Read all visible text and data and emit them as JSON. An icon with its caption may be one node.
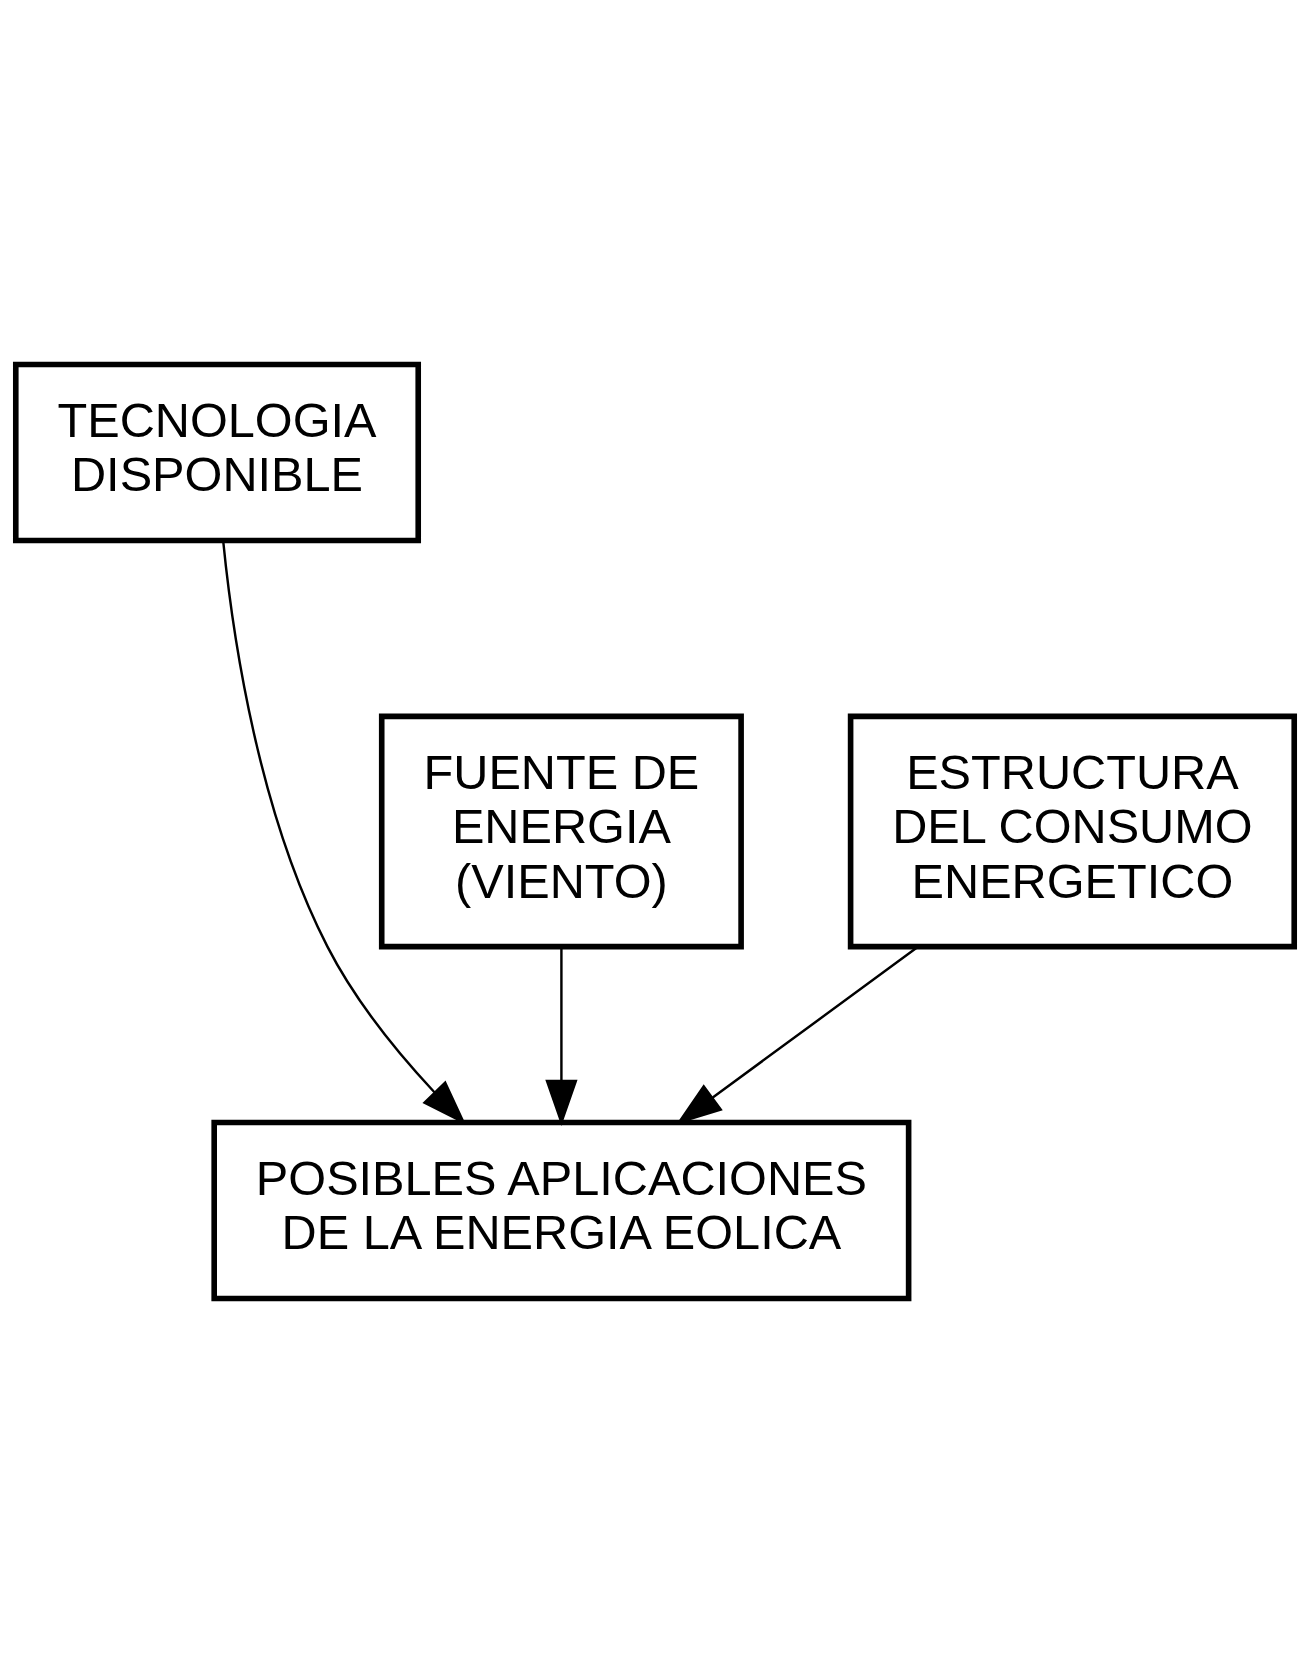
{
  "diagram": {
    "nodes": [
      {
        "text": [
          "TECNOLOGIA DISPONIBLE"
        ]
      },
      {
        "text": [
          "FUENTE DE ENERGIA (VIENTO)"
        ]
      },
      {
        "text": [
          "ESTRUCTURA DEL CONSUMO ENERGETICO"
        ]
      },
      {
        "text": [
          "POSIBLES APLICACIONES DE LA ENERGIA EOLICA"
        ]
      }
    ],
    "edges": [
      {
        "from": 1,
        "to": 3,
        "arrow": "to"
      },
      {
        "from": 0,
        "to": 3,
        "arrow": "to"
      },
      {
        "from": 2,
        "to": 3,
        "arrow": "to"
      }
    ]
  }
}
